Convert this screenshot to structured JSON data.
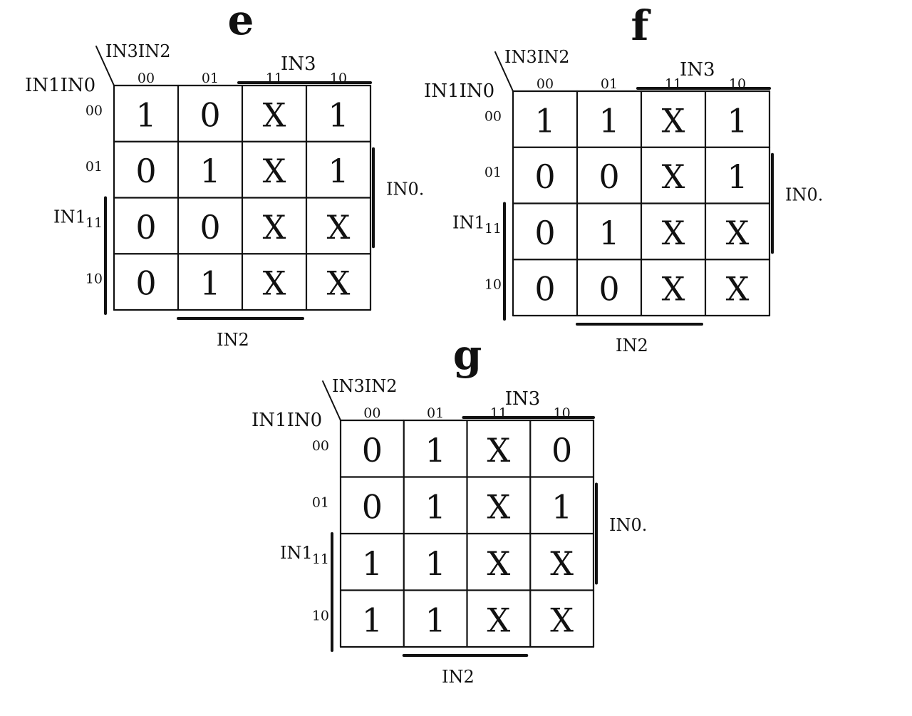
{
  "maps": [
    {
      "title": "e",
      "corner_top": "IN3IN2",
      "corner_left": "IN1IN0",
      "col_headers": [
        "00",
        "01",
        "11",
        "10"
      ],
      "row_headers": [
        "00",
        "01",
        "11",
        "10"
      ],
      "cells": [
        [
          "1",
          "0",
          "X",
          "1"
        ],
        [
          "0",
          "1",
          "X",
          "1"
        ],
        [
          "0",
          "0",
          "X",
          "X"
        ],
        [
          "0",
          "1",
          "X",
          "X"
        ]
      ],
      "top_label": "IN3",
      "right_label": "IN0.",
      "left_label": "IN1",
      "bottom_label": "IN2"
    },
    {
      "title": "f",
      "corner_top": "IN3IN2",
      "corner_left": "IN1IN0",
      "col_headers": [
        "00",
        "01",
        "11",
        "10"
      ],
      "row_headers": [
        "00",
        "01",
        "11",
        "10"
      ],
      "cells": [
        [
          "1",
          "1",
          "X",
          "1"
        ],
        [
          "0",
          "0",
          "X",
          "1"
        ],
        [
          "0",
          "1",
          "X",
          "X"
        ],
        [
          "0",
          "0",
          "X",
          "X"
        ]
      ],
      "top_label": "IN3",
      "right_label": "IN0.",
      "left_label": "IN1",
      "bottom_label": "IN2"
    },
    {
      "title": "g",
      "corner_top": "IN3IN2",
      "corner_left": "IN1IN0",
      "col_headers": [
        "00",
        "01",
        "11",
        "10"
      ],
      "row_headers": [
        "00",
        "01",
        "11",
        "10"
      ],
      "cells": [
        [
          "0",
          "1",
          "X",
          "0"
        ],
        [
          "0",
          "1",
          "X",
          "1"
        ],
        [
          "1",
          "1",
          "X",
          "X"
        ],
        [
          "1",
          "1",
          "X",
          "X"
        ]
      ],
      "top_label": "IN3",
      "right_label": "IN0.",
      "left_label": "IN1",
      "bottom_label": "IN2"
    }
  ]
}
